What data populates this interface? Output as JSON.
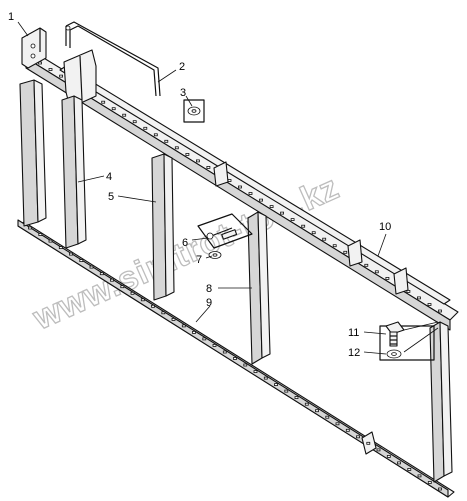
{
  "callouts": {
    "c1": "1",
    "c2": "2",
    "c3": "3",
    "c4": "4",
    "c5": "5",
    "c6": "6",
    "c7": "7",
    "c8": "8",
    "c9": "9",
    "c10": "10",
    "c11": "11",
    "c12": "12"
  },
  "watermark": "www.simtrot-too.kz"
}
